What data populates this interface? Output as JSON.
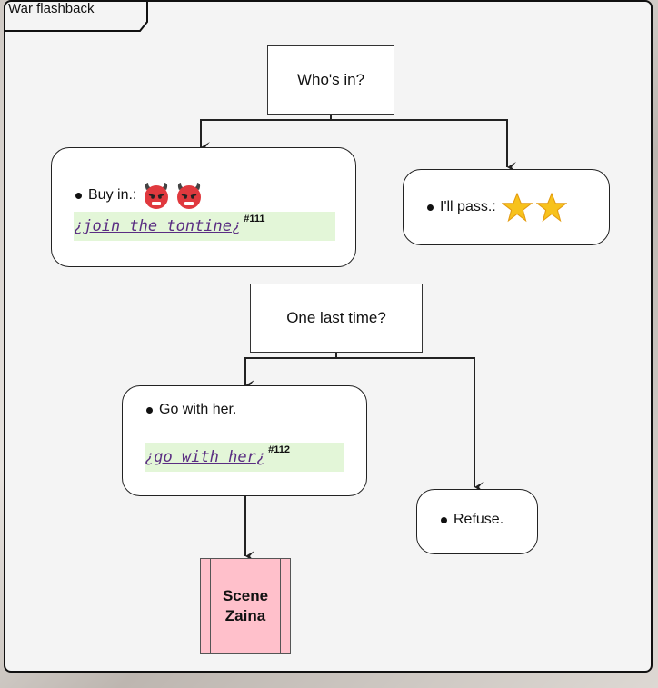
{
  "frame": {
    "title": "War flashback"
  },
  "question1": {
    "text": "Who's in?"
  },
  "choice_buy": {
    "label": "Buy in.:",
    "icons": [
      "devil-icon",
      "devil-icon"
    ],
    "link_text": "join the tontine",
    "open_mark": "¿",
    "close_mark": "¿",
    "ref": "#111"
  },
  "choice_pass": {
    "label": "I'll pass.:",
    "icons": [
      "star-icon",
      "star-icon"
    ]
  },
  "question2": {
    "text": "One last time?"
  },
  "choice_go": {
    "label": "Go with her.",
    "link_text": "go with her",
    "open_mark": "¿",
    "close_mark": "¿",
    "ref": "#112"
  },
  "choice_refuse": {
    "label": "Refuse."
  },
  "scene": {
    "line1": "Scene",
    "line2": "Zaina"
  },
  "colors": {
    "frame_bg": "#f4f4f4",
    "link_bg": "#e3f6d8",
    "link_text": "#5a2d82",
    "scene_bg": "#ffc0cb"
  }
}
